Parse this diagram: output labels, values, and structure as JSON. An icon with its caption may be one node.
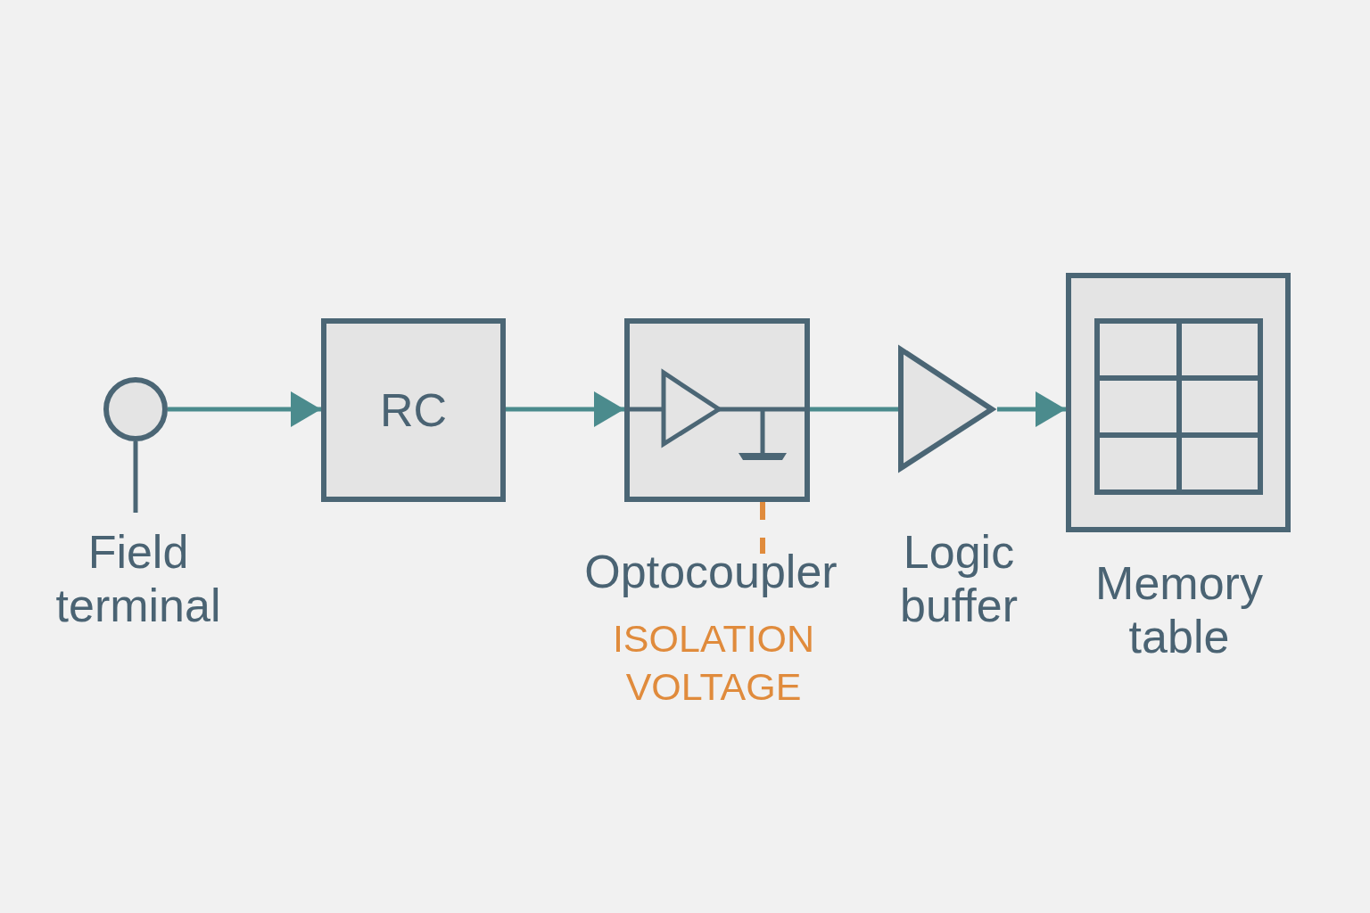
{
  "diagram": {
    "nodes": [
      {
        "text": [
          "Field terminal"
        ]
      },
      {
        "text": [
          "RC"
        ]
      },
      {
        "text": [
          "Optocoupler"
        ],
        "beside": [
          "ISOLATION VOLTAGE"
        ]
      },
      {
        "text": [
          "Logic buffer"
        ]
      },
      {
        "text": [
          "Memory table"
        ]
      }
    ],
    "edges": [
      {
        "from": 0,
        "to": 1,
        "arrow": "to"
      },
      {
        "from": 1,
        "to": 2,
        "arrow": "to"
      },
      {
        "from": 2,
        "to": 3,
        "arrow": "none"
      },
      {
        "from": 3,
        "to": 4,
        "arrow": "to"
      },
      {
        "from": 2,
        "to": null,
        "arrow": "none",
        "style": "dashed",
        "color": "#e08b3c"
      }
    ]
  }
}
